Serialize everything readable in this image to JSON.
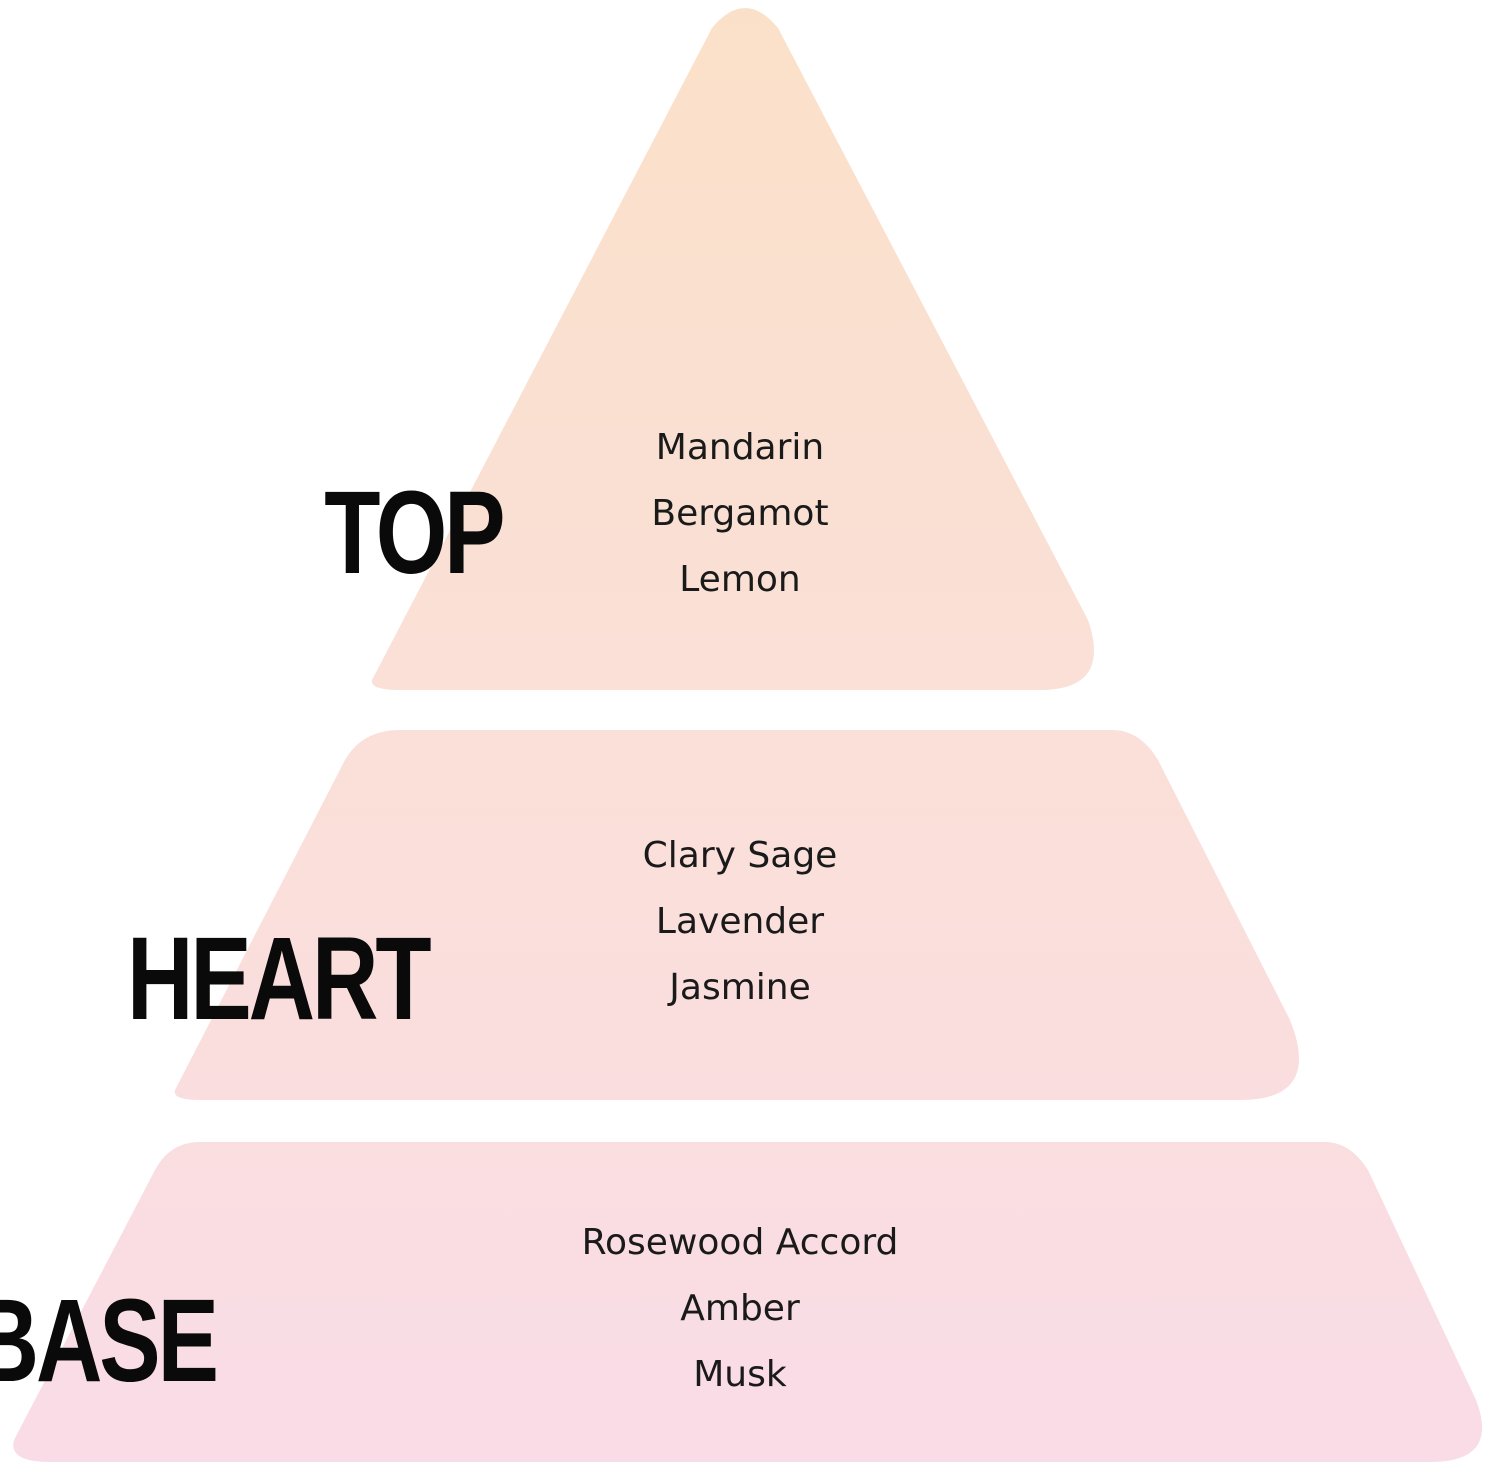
{
  "colors": {
    "top_fill": "#fbe0c9",
    "heart_fill": "#fae0d6",
    "base_fill": "#f9dce7",
    "label": "#0a0a0a",
    "notes_text": "#1a1a1a"
  },
  "tiers": [
    {
      "label": "TOP",
      "notes": [
        "Mandarin",
        "Bergamot",
        "Lemon"
      ]
    },
    {
      "label": "HEART",
      "notes": [
        "Clary Sage",
        "Lavender",
        "Jasmine"
      ]
    },
    {
      "label": "BASE",
      "notes": [
        "Rosewood Accord",
        "Amber",
        "Musk"
      ]
    }
  ]
}
